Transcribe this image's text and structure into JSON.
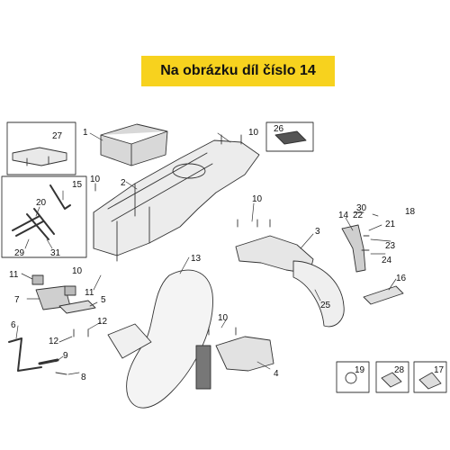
{
  "banner": {
    "text": "Na obrázku díl číslo 14",
    "color": "#f7d21e"
  },
  "part_numbers": {
    "p1": "1",
    "p2": "2",
    "p3": "3",
    "p4": "4",
    "p5": "5",
    "p6": "6",
    "p7": "7",
    "p8": "8",
    "p9": "9",
    "p10": "10",
    "p11": "11",
    "p12": "12",
    "p13": "13",
    "p14": "14",
    "p15": "15",
    "p16": "16",
    "p17": "17",
    "p18": "18",
    "p19": "19",
    "p20": "20",
    "p21": "21",
    "p22": "22",
    "p23": "23",
    "p24": "24",
    "p25": "25",
    "p26": "26",
    "p27": "27",
    "p28": "28",
    "p29": "29",
    "p30": "30",
    "p31": "31"
  }
}
